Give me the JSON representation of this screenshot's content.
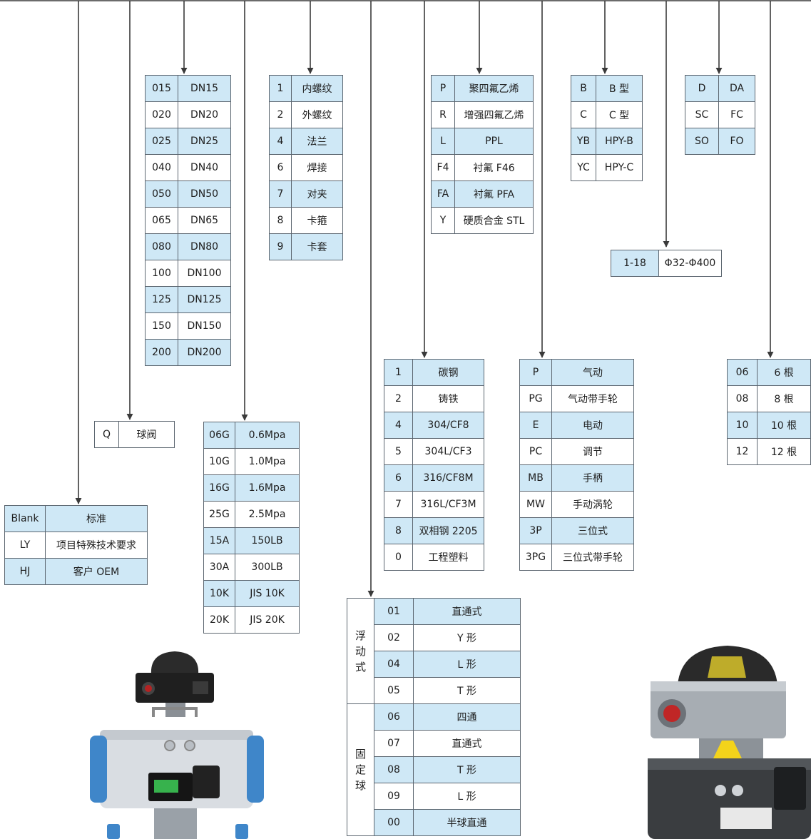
{
  "standard_table": {
    "rows": [
      {
        "code": "Blank",
        "desc": "标准"
      },
      {
        "code": "LY",
        "desc": "项目特殊技术要求"
      },
      {
        "code": "HJ",
        "desc": "客户 OEM"
      }
    ]
  },
  "type_table": {
    "rows": [
      {
        "code": "Q",
        "desc": "球阀"
      }
    ]
  },
  "size_table": {
    "rows": [
      {
        "code": "015",
        "desc": "DN15"
      },
      {
        "code": "020",
        "desc": "DN20"
      },
      {
        "code": "025",
        "desc": "DN25"
      },
      {
        "code": "040",
        "desc": "DN40"
      },
      {
        "code": "050",
        "desc": "DN50"
      },
      {
        "code": "065",
        "desc": "DN65"
      },
      {
        "code": "080",
        "desc": "DN80"
      },
      {
        "code": "100",
        "desc": "DN100"
      },
      {
        "code": "125",
        "desc": "DN125"
      },
      {
        "code": "150",
        "desc": "DN150"
      },
      {
        "code": "200",
        "desc": "DN200"
      }
    ]
  },
  "pressure_table": {
    "rows": [
      {
        "code": "06G",
        "desc": "0.6Mpa"
      },
      {
        "code": "10G",
        "desc": "1.0Mpa"
      },
      {
        "code": "16G",
        "desc": "1.6Mpa"
      },
      {
        "code": "25G",
        "desc": "2.5Mpa"
      },
      {
        "code": "15A",
        "desc": "150LB"
      },
      {
        "code": "30A",
        "desc": "300LB"
      },
      {
        "code": "10K",
        "desc": "JIS 10K"
      },
      {
        "code": "20K",
        "desc": "JIS 20K"
      }
    ]
  },
  "connection_table": {
    "rows": [
      {
        "code": "1",
        "desc": "内螺纹"
      },
      {
        "code": "2",
        "desc": "外螺纹"
      },
      {
        "code": "4",
        "desc": "法兰"
      },
      {
        "code": "6",
        "desc": "焊接"
      },
      {
        "code": "7",
        "desc": "对夹"
      },
      {
        "code": "8",
        "desc": "卡箍"
      },
      {
        "code": "9",
        "desc": "卡套"
      }
    ]
  },
  "structure_table": {
    "group_labels": [
      "浮动式",
      "固定球"
    ],
    "rows": [
      {
        "code": "01",
        "desc": "直通式"
      },
      {
        "code": "02",
        "desc": "Y 形"
      },
      {
        "code": "04",
        "desc": "L 形"
      },
      {
        "code": "05",
        "desc": "T 形"
      },
      {
        "code": "06",
        "desc": "四通"
      },
      {
        "code": "07",
        "desc": "直通式"
      },
      {
        "code": "08",
        "desc": "T 形"
      },
      {
        "code": "09",
        "desc": "L 形"
      },
      {
        "code": "00",
        "desc": "半球直通"
      }
    ]
  },
  "body_material_table": {
    "rows": [
      {
        "code": "1",
        "desc": "碳钢"
      },
      {
        "code": "2",
        "desc": "铸铁"
      },
      {
        "code": "4",
        "desc": "304/CF8"
      },
      {
        "code": "5",
        "desc": "304L/CF3"
      },
      {
        "code": "6",
        "desc": "316/CF8M"
      },
      {
        "code": "7",
        "desc": "316L/CF3M"
      },
      {
        "code": "8",
        "desc": "双相钢 2205"
      },
      {
        "code": "0",
        "desc": "工程塑料"
      }
    ]
  },
  "seal_table": {
    "rows": [
      {
        "code": "P",
        "desc": "聚四氟乙烯"
      },
      {
        "code": "R",
        "desc": "增强四氟乙烯"
      },
      {
        "code": "L",
        "desc": "PPL"
      },
      {
        "code": "F4",
        "desc": "衬氟 F46"
      },
      {
        "code": "FA",
        "desc": "衬氟 PFA"
      },
      {
        "code": "Y",
        "desc": "硬质合金 STL"
      }
    ]
  },
  "drive_table": {
    "rows": [
      {
        "code": "P",
        "desc": "气动"
      },
      {
        "code": "PG",
        "desc": "气动带手轮"
      },
      {
        "code": "E",
        "desc": "电动"
      },
      {
        "code": "PC",
        "desc": "调节"
      },
      {
        "code": "MB",
        "desc": "手柄"
      },
      {
        "code": "MW",
        "desc": "手动涡轮"
      },
      {
        "code": "3P",
        "desc": "三位式"
      },
      {
        "code": "3PG",
        "desc": "三位式带手轮"
      }
    ]
  },
  "actuator_type_table": {
    "rows": [
      {
        "code": "B",
        "desc": "B 型"
      },
      {
        "code": "C",
        "desc": "C 型"
      },
      {
        "code": "YB",
        "desc": "HPY-B"
      },
      {
        "code": "YC",
        "desc": "HPY-C"
      }
    ]
  },
  "action_table": {
    "rows": [
      {
        "code": "D",
        "desc": "DA"
      },
      {
        "code": "SC",
        "desc": "FC"
      },
      {
        "code": "SO",
        "desc": "FO"
      }
    ]
  },
  "cylinder_table": {
    "rows": [
      {
        "code": "1-18",
        "desc": "Φ32-Φ400"
      }
    ]
  },
  "spring_table": {
    "rows": [
      {
        "code": "06",
        "desc": "6 根"
      },
      {
        "code": "08",
        "desc": "8 根"
      },
      {
        "code": "10",
        "desc": "10 根"
      },
      {
        "code": "12",
        "desc": "12 根"
      }
    ]
  },
  "colors": {
    "row_highlight": "#cfe8f6",
    "border": "#5c6670",
    "line": "#3a3a3a",
    "actuator_blue": "#3f86c9",
    "actuator_silver": "#d9dde2"
  }
}
